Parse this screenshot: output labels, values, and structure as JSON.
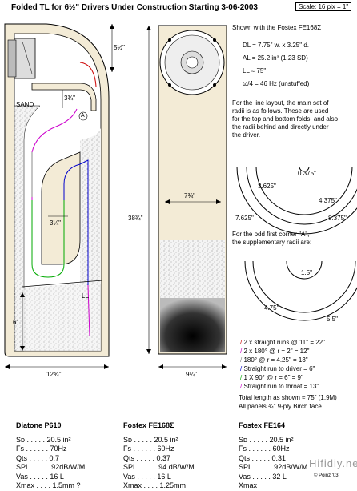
{
  "header": {
    "title": "Folded TL for 6½\" Drivers  Under Construction Starting  3-06-2003",
    "scale": "Scale: 16 pix = 1\""
  },
  "dims": {
    "top_height": "5½\"",
    "inner_34a": "3¾\"",
    "inner_34b": "3¼\"",
    "six": "6\"",
    "ll": "LL",
    "sand": "SAND",
    "a_mark": "A",
    "width_side": "12¾\"",
    "height_front": "38¾\"",
    "width_front_inner": "7¾\"",
    "width_front": "9¼\""
  },
  "info": {
    "shown_with": "Shown with the Fostex FE168Σ",
    "dl": "DL   =  7.75\" w.  x  3.25\"  d.",
    "al": "AL  =  25.2 in²   (1.23 SD)",
    "ll": "LL   ≈   75\"",
    "w4": "ω/4  =  46 Hz   (unstuffed)",
    "para1": [
      "For the line layout, the main set of",
      "radii is as follows.  These are used",
      "for the top and bottom folds, and also",
      "the radii behind and directly under",
      "the driver."
    ],
    "r1": [
      "0.375\"",
      "3.625\"",
      "4.375\"",
      "7.625\"",
      "8.375\""
    ],
    "para2": [
      "For the odd first  corner  \"A\",",
      "the supplementary radii are:"
    ],
    "r2": [
      "1.5\"",
      "4.75\"",
      "5.5\""
    ],
    "legend": [
      "2 x straight runs @ 11\" =  22\"",
      "2 x 180° @  r = 2\"  =  12\"",
      "180° @ r = 4.25\"  =  13\"",
      "Straight run to driver  =  6\"",
      "1 X 90° @ r = 6\"  =  9\"",
      "Straight run to throat  = 13\""
    ],
    "total": "Total length as shown ≈ 75\"  (1.9M)",
    "panels": "All panels ¾\" 9-ply Birch face"
  },
  "colors": {
    "legend": [
      "#cc0000",
      "#cc00cc",
      "#888888",
      "#0000cc",
      "#00aa00",
      "#cc00cc"
    ]
  },
  "specs": [
    {
      "name": "Diatone P610",
      "rows": [
        "Sᴅ . . . . . 20.5 in²",
        "Fs . . . . . . 70Hz",
        "Qts . . . . . 0.7",
        "SPL . . . . . 92dB/W/M",
        "Vas . . . . . 16 L",
        "Xmax . . . . 1.5mm ?"
      ]
    },
    {
      "name": "Fostex FE168Σ",
      "rows": [
        "Sᴅ . . . . . 20.5 in²",
        "Fs . . . . . . 60Hz",
        "Qts . . . . . 0.37",
        "SPL . . . . . 94 dB/W/M",
        "Vas . . . . . 16 L",
        "Xmax . . . . 1.25mm"
      ]
    },
    {
      "name": "Fostex FE164",
      "rows": [
        "Sᴅ . . . . . 20.5 in²",
        "Fs . . . . . . 60Hz",
        "Qts . . . . . 0.31",
        "SPL . . . . . 92dB/W/M",
        "Vas . . . . . 32 L",
        "Xmax"
      ]
    }
  ],
  "watermark": "Hifidiy.net",
  "copyright": "© Poinz '03"
}
